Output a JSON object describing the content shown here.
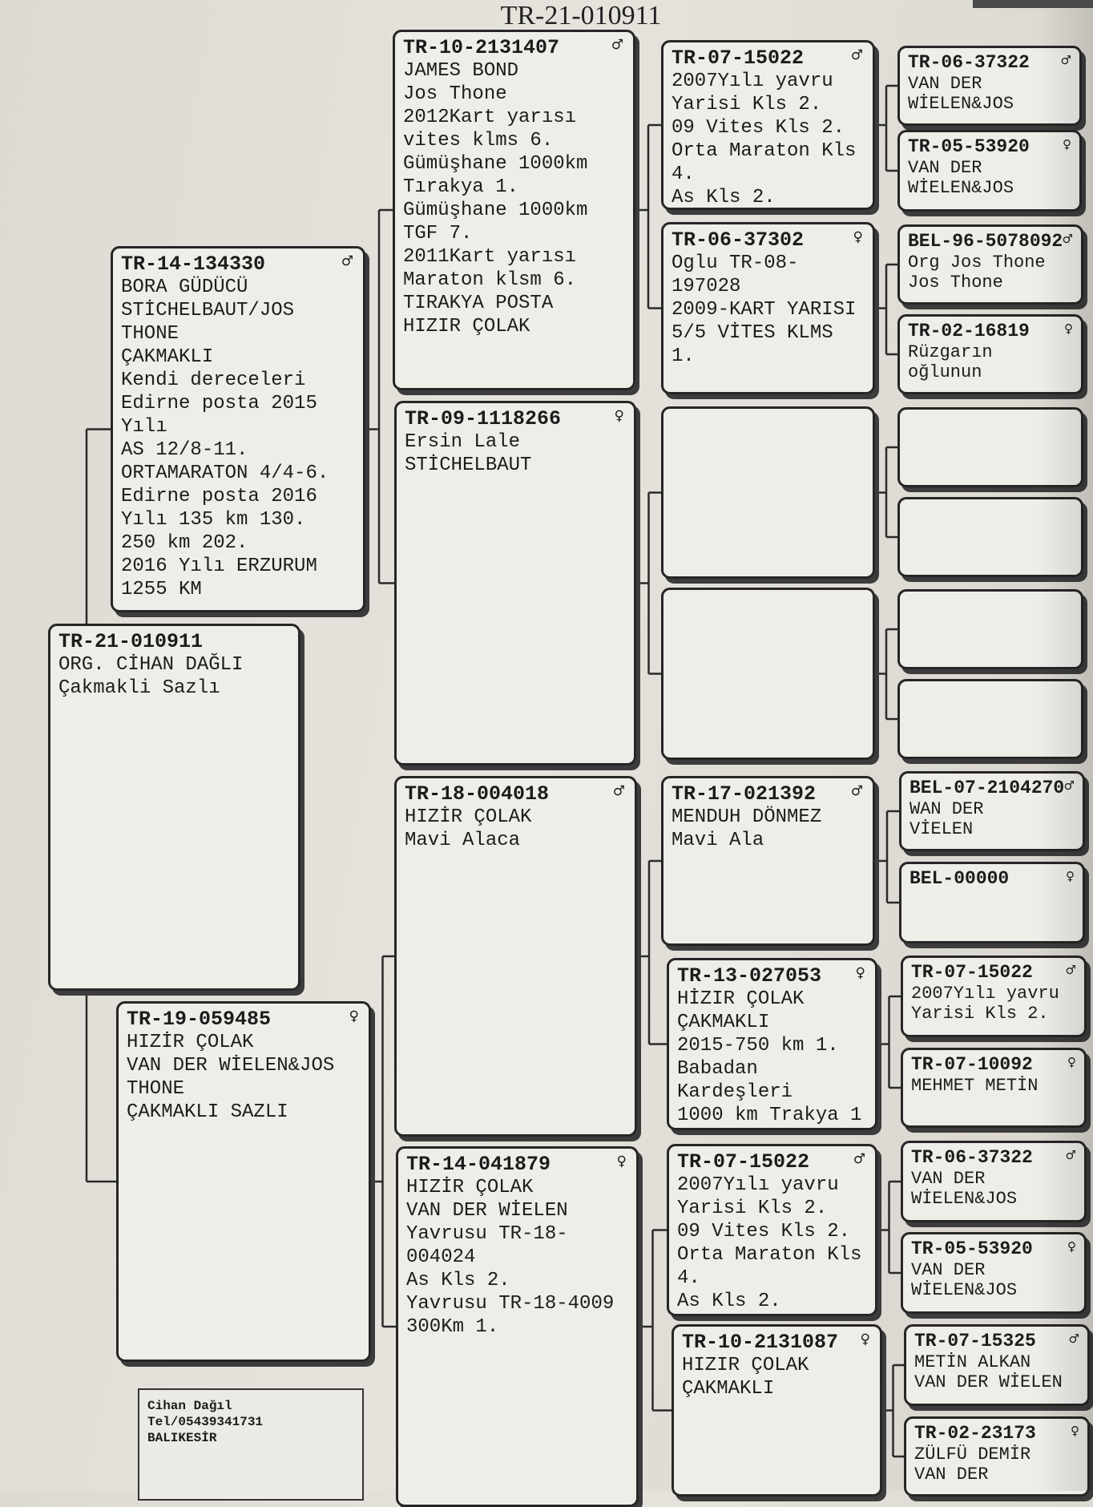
{
  "title": "TR-21-010911",
  "symbols": {
    "male": "♂",
    "female": "♀"
  },
  "cards": [
    {
      "id": "subject",
      "ring": "TR-21-010911",
      "sex": "",
      "text": "ORG. CİHAN DAĞLI\nÇakmakli Sazlı"
    },
    {
      "id": "sire",
      "ring": "TR-14-134330",
      "sex": "♂",
      "text": "BORA GÜDÜCÜ\nSTİCHELBAUT/JOS\nTHONE\nÇAKMAKLI\nKendi dereceleri\nEdirne posta 2015\nYılı\nAS 12/8-11.\nORTAMARATON 4/4-6.\nEdirne posta 2016\nYılı 135 km 130.\n250 km 202.\n2016 Yılı ERZURUM\n1255 KM"
    },
    {
      "id": "dam",
      "ring": "TR-19-059485",
      "sex": "♀",
      "text": "HIZİR ÇOLAK\nVAN DER WİELEN&JOS\nTHONE\nÇAKMAKLI SAZLI"
    },
    {
      "id": "ss",
      "ring": "TR-10-2131407",
      "sex": "♂",
      "text": "JAMES BOND\nJos Thone\n2012Kart yarısı\nvites klms 6.\nGümüşhane 1000km\nTırakya 1.\nGümüşhane 1000km\nTGF 7.\n2011Kart yarısı\nMaraton klsm 6.\nTIRAKYA POSTA\nHIZIR ÇOLAK"
    },
    {
      "id": "sd",
      "ring": "TR-09-1118266",
      "sex": "♀",
      "text": "Ersin Lale\nSTİCHELBAUT"
    },
    {
      "id": "ds",
      "ring": "TR-18-004018",
      "sex": "♂",
      "text": "HIZİR ÇOLAK\nMavi Alaca"
    },
    {
      "id": "dd",
      "ring": "TR-14-041879",
      "sex": "♀",
      "text": "HIZİR ÇOLAK\nVAN DER WİELEN\nYavrusu TR-18-\n004024\nAs Kls 2.\nYavrusu TR-18-4009\n300Km 1."
    },
    {
      "id": "sss",
      "ring": "TR-07-15022",
      "sex": "♂",
      "text": "2007Yılı yavru\nYarisi Kls 2.\n09 Vites Kls 2.\nOrta Maraton Kls\n4.\nAs Kls 2."
    },
    {
      "id": "ssd",
      "ring": "TR-06-37302",
      "sex": "♀",
      "text": "Oglu TR-08-197028\n2009-KART YARISI\n5/5 VİTES KLMS 1."
    },
    {
      "id": "sds",
      "ring": "",
      "sex": "",
      "text": ""
    },
    {
      "id": "sdd",
      "ring": "",
      "sex": "",
      "text": ""
    },
    {
      "id": "dss",
      "ring": "TR-17-021392",
      "sex": "♂",
      "text": "MENDUH DÖNMEZ\nMavi Ala"
    },
    {
      "id": "dsd",
      "ring": "TR-13-027053",
      "sex": "♀",
      "text": "HİZIR ÇOLAK\nÇAKMAKLI\n2015-750 km 1.\nBabadan\nKardeşleri\n1000 km Trakya 1"
    },
    {
      "id": "dds",
      "ring": "TR-07-15022",
      "sex": "♂",
      "text": "2007Yılı yavru\nYarisi Kls 2.\n09 Vites Kls 2.\nOrta Maraton Kls\n4.\nAs Kls 2."
    },
    {
      "id": "ddd",
      "ring": "TR-10-2131087",
      "sex": "♀",
      "text": "HIZIR ÇOLAK\nÇAKMAKLI"
    },
    {
      "id": "ssss",
      "ring": "TR-06-37322",
      "sex": "♂",
      "text": "VAN DER\nWİELEN&JOS"
    },
    {
      "id": "sssd",
      "ring": "TR-05-53920",
      "sex": "♀",
      "text": "VAN DER\nWİELEN&JOS"
    },
    {
      "id": "ssds",
      "ring": "BEL-96-5078092",
      "sex": "♂",
      "text": "Org Jos Thone\nJos Thone"
    },
    {
      "id": "ssdd",
      "ring": "TR-02-16819",
      "sex": "♀",
      "text": "Rüzgarın\noğlunun"
    },
    {
      "id": "sdss",
      "ring": "",
      "sex": "",
      "text": ""
    },
    {
      "id": "sdsd",
      "ring": "",
      "sex": "",
      "text": ""
    },
    {
      "id": "sdds",
      "ring": "",
      "sex": "",
      "text": ""
    },
    {
      "id": "sddd",
      "ring": "",
      "sex": "",
      "text": ""
    },
    {
      "id": "dsss",
      "ring": "BEL-07-2104270",
      "sex": "♂",
      "text": "WAN DER\nVİELEN"
    },
    {
      "id": "dssd",
      "ring": "BEL-00000",
      "sex": "♀",
      "text": ""
    },
    {
      "id": "dsds",
      "ring": "TR-07-15022",
      "sex": "♂",
      "text": "2007Yılı yavru\nYarisi Kls 2."
    },
    {
      "id": "dsdd",
      "ring": "TR-07-10092",
      "sex": "♀",
      "text": "MEHMET METİN"
    },
    {
      "id": "ddss",
      "ring": "TR-06-37322",
      "sex": "♂",
      "text": "VAN DER\nWİELEN&JOS"
    },
    {
      "id": "ddsd",
      "ring": "TR-05-53920",
      "sex": "♀",
      "text": "VAN DER\nWİELEN&JOS"
    },
    {
      "id": "ddds",
      "ring": "TR-07-15325",
      "sex": "♂",
      "text": "METİN ALKAN\nVAN DER WİELEN"
    },
    {
      "id": "dddd",
      "ring": "TR-02-23173",
      "sex": "♀",
      "text": "ZÜLFÜ DEMİR\nVAN DER"
    }
  ],
  "breeder": {
    "name": "Cihan Dağıl",
    "phone": "Tel/05439341731",
    "city": "BALIKESİR"
  }
}
